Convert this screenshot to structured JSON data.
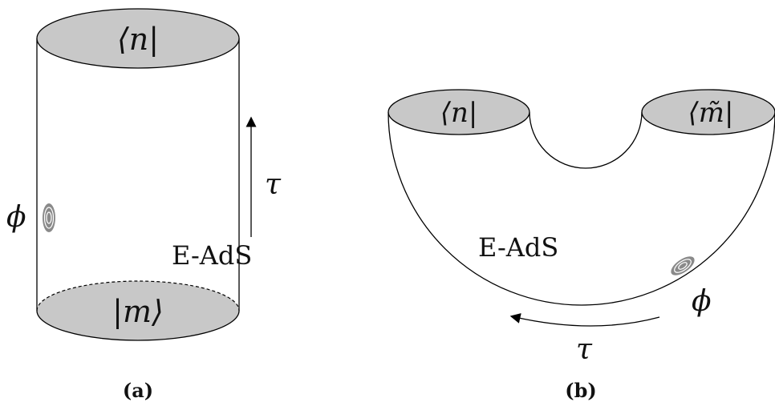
{
  "panel_a": {
    "top_state": "⟨n|",
    "bottom_state": "|m⟩",
    "time_label": "τ",
    "field_label": "ϕ",
    "region_label": "E-AdS",
    "caption": "(a)"
  },
  "panel_b": {
    "left_state": "⟨n|",
    "right_state": "⟨m̃|",
    "time_label": "τ",
    "field_label": "ϕ",
    "region_label": "E-AdS",
    "caption": "(b)"
  },
  "colors": {
    "cap_fill": "#c8c8c8",
    "insertion_fill": "#8a8a8a"
  }
}
